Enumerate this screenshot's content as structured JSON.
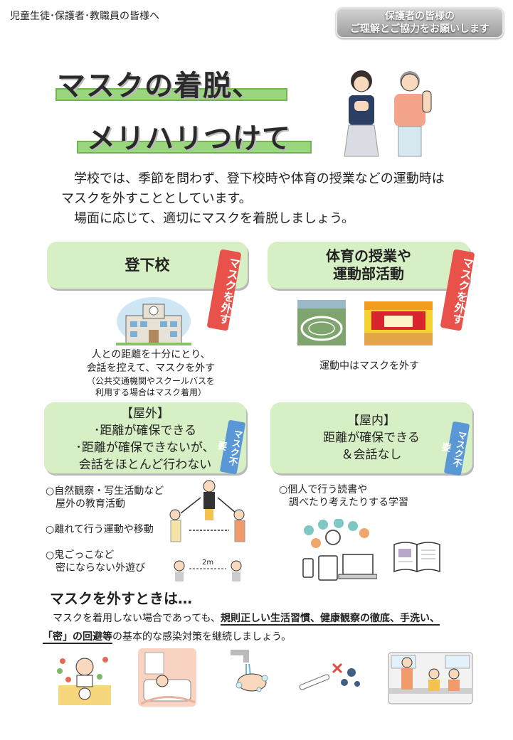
{
  "header": {
    "audience": "児童生徒･保護者･教職員の皆様へ",
    "notice_line1": "保護者の皆様の",
    "notice_line2": "ご理解とご協力をお願いします"
  },
  "title": {
    "line1": "マスクの着脱、",
    "line2": "メリハリつけて"
  },
  "intro": {
    "line1": "学校では、季節を問わず、登下校時や体育の授業などの運動時は",
    "line2": "マスクを外すこととしています。",
    "line3": "場面に応じて、適切にマスクを着脱しましょう。"
  },
  "commute": {
    "heading": "登下校",
    "tag": "マスクを外す",
    "desc_line1": "人との距離を十分にとり、",
    "desc_line2": "会話を控えて、マスクを外す",
    "note_line1": "（公共交通機関やスクールバスを",
    "note_line2": "利用する場合はマスク着用）"
  },
  "pe": {
    "heading_line1": "体育の授業や",
    "heading_line2": "運動部活動",
    "tag": "マスクを外す",
    "desc": "運動中はマスクを外す"
  },
  "outdoor": {
    "heading": "【屋外】",
    "line1": "･距離が確保できる",
    "line2": "･距離が確保できないが、",
    "line3": "会話をほとんど行わない",
    "tag": "マスク不要",
    "items": [
      {
        "line1": "○自然観察・写生活動など",
        "line2": "屋外の教育活動"
      },
      {
        "line1": "○離れて行う運動や移動",
        "line2": ""
      },
      {
        "line1": "○鬼ごっこなど",
        "line2": "密にならない外遊び"
      }
    ],
    "distance_label": "2m"
  },
  "indoor": {
    "heading": "【屋内】",
    "line1": "距離が確保できる",
    "line2": "＆会話なし",
    "tag": "マスク不要",
    "item_line1": "○個人で行う読書や",
    "item_line2": "調べたり考えたりする学習"
  },
  "removal": {
    "heading": "マスクを外すときは…",
    "line1_pre": "マスクを着用しない場合であっても、",
    "line1_emph": "規則正しい生活習慣、健康観察の徹底、手洗い、",
    "line2_emph": "「密」の回避等",
    "line2_post": "の基本的な感染対策を継続しましょう。"
  },
  "colors": {
    "green_box": "#d7efc4",
    "highlight": "#9ad67d",
    "red_tag": "#e8524a",
    "blue_tag": "#5a97d6"
  }
}
